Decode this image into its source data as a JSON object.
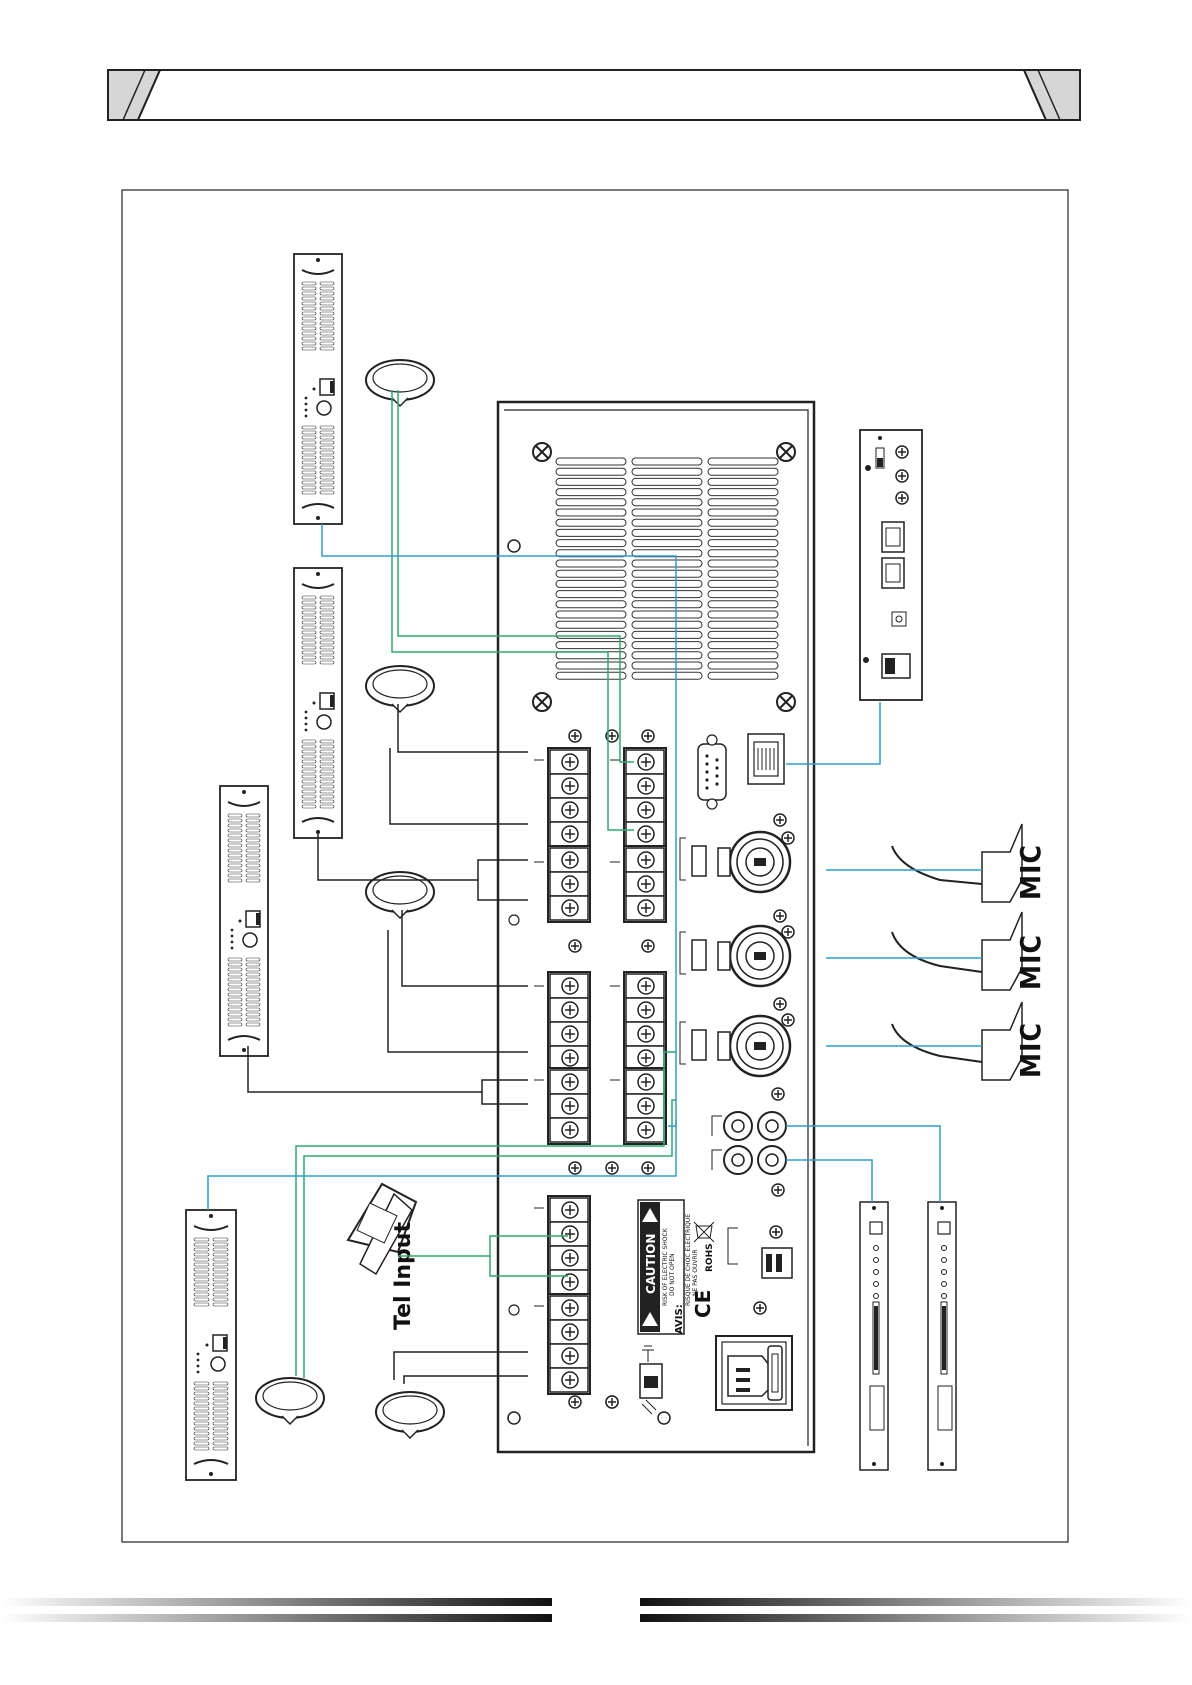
{
  "labels": {
    "mic_1": "MIC",
    "mic_2": "MIC",
    "mic_3": "MIC",
    "tel_input": "Tel Input",
    "caution": "CAUTION",
    "caution_line1": "RISK OF ELECTRIC SHOCK",
    "caution_line2": "DO NOT OPEN",
    "avis": "AVIS:",
    "avis_line1": "RISQUE DE CHOC ELECTRIQUE",
    "avis_line2": "NE PAS OUVRIR",
    "ce_mark": "CE",
    "rohs_mark": "ROHS"
  },
  "colors": {
    "wire_blue": "#2a9fd6",
    "wire_green": "#2bab6b",
    "wire_black": "#222222",
    "header_gray": "#d6d6d6"
  }
}
